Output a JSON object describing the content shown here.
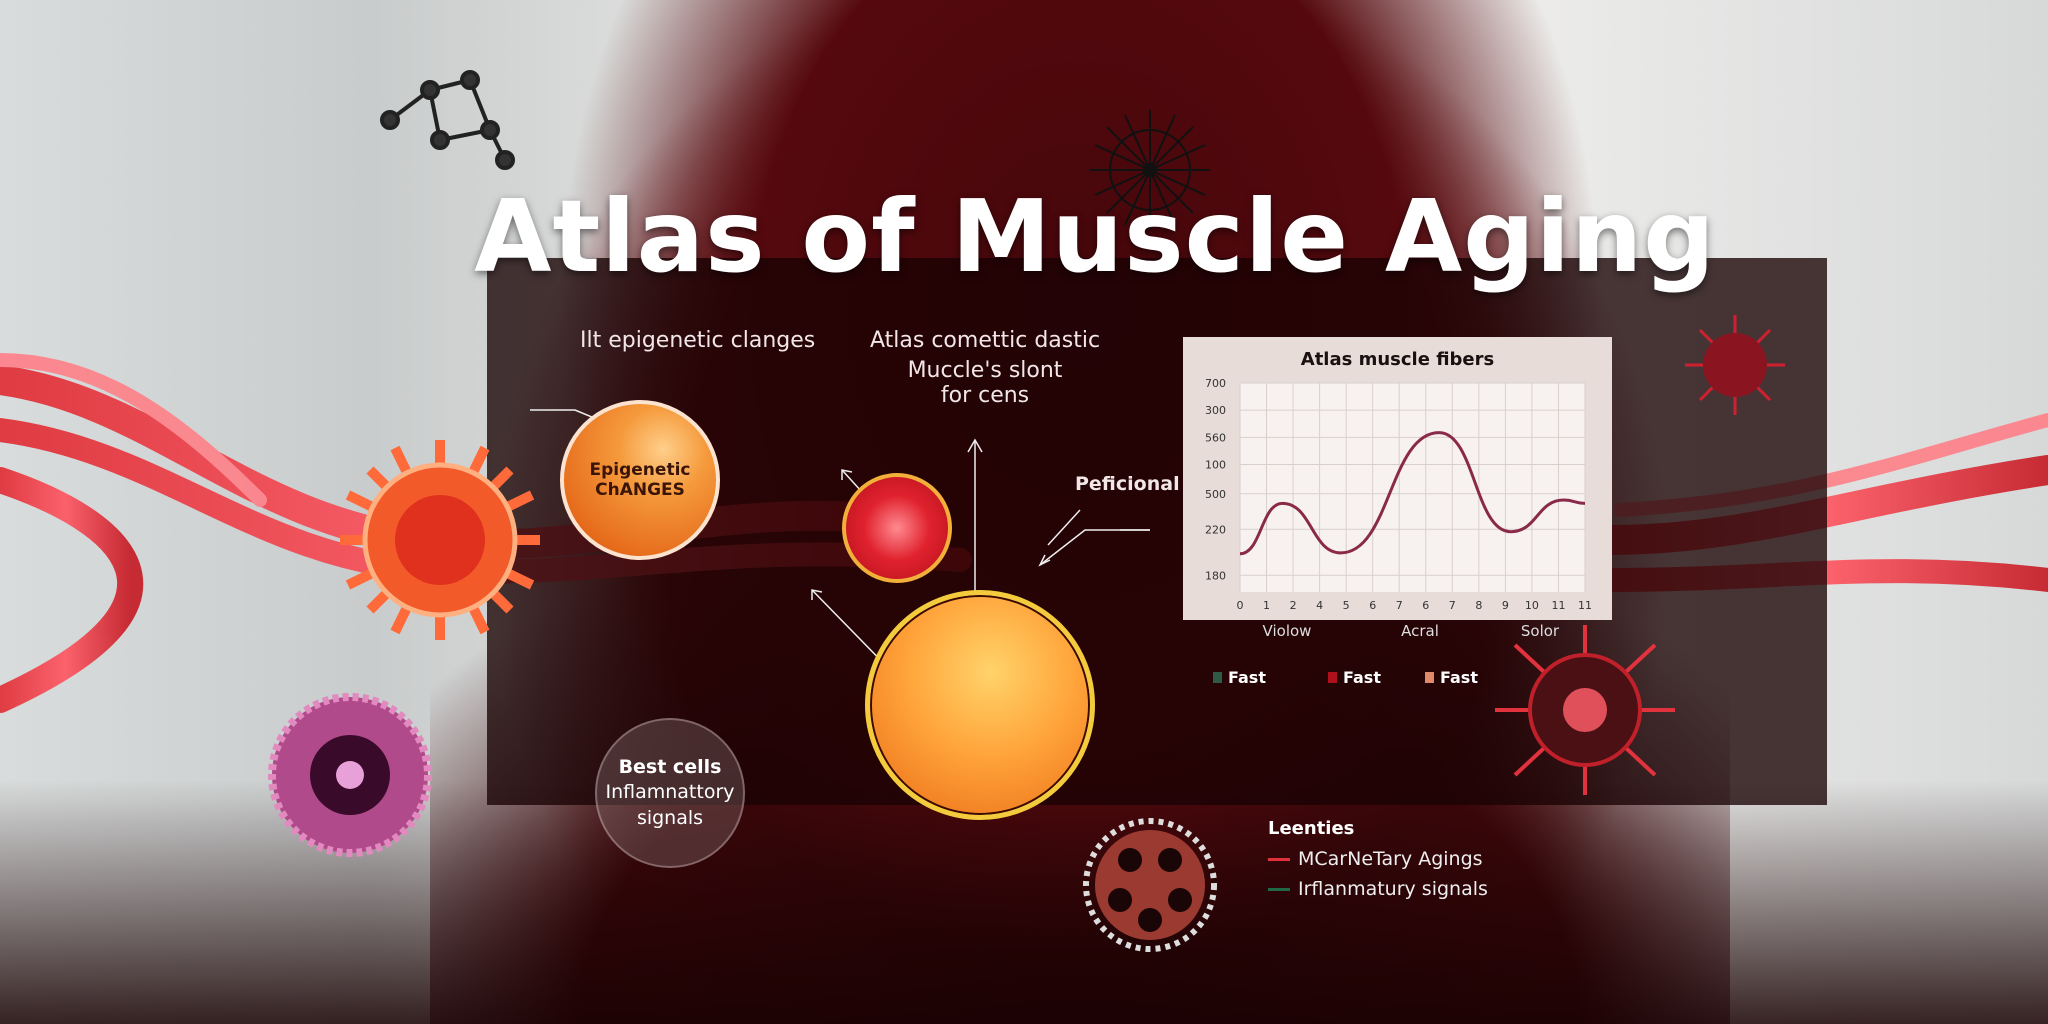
{
  "title": "Atlas of Muscle Aging",
  "labels": {
    "epigenetic_heading": "Ilt epigenetic clanges",
    "atlas_note_line1": "Atlas comettic dastic",
    "atlas_note_line2": "Muccle's slont",
    "atlas_note_line3": "for cens",
    "epigenetic_circle_line1": "Epigenetic",
    "epigenetic_circle_line2": "ChANGES",
    "peficional": "Peficional",
    "best_cells": "Best cells",
    "inflammatory_line1": "Inflamnattory",
    "inflammatory_line2": "signals"
  },
  "legend": {
    "title": "Leenties",
    "items": [
      {
        "label": "MCarNeTary Agings",
        "color": "#e0303a"
      },
      {
        "label": "Irflanmatury signals",
        "color": "#1f6a45"
      }
    ]
  },
  "chart_data": {
    "type": "line",
    "title": "Atlas muscle fibers",
    "x_tick_labels": [
      "0",
      "1",
      "2",
      "4",
      "5",
      "6",
      "7",
      "6",
      "7",
      "8",
      "9",
      "10",
      "11",
      "11"
    ],
    "y_tick_labels": [
      "700",
      "300",
      "560",
      "100",
      "500",
      "220",
      "180"
    ],
    "category_labels": [
      "Violow",
      "Acral",
      "Solor"
    ],
    "legend": [
      {
        "label": "Fast",
        "color": "#2f5a48"
      },
      {
        "label": "Fast",
        "color": "#b0101c"
      },
      {
        "label": "Fast",
        "color": "#e08a6a"
      }
    ],
    "series": [
      {
        "name": "fibers",
        "color": "#8a2a4a",
        "x": [
          0,
          1.6,
          3.8,
          7.5,
          10.2,
          12.2,
          13
        ],
        "values": [
          128,
          297,
          131,
          534,
          202,
          308,
          297
        ]
      }
    ],
    "ylim": [
      0,
      700
    ],
    "grid": true
  },
  "colors": {
    "panel": "#190204",
    "accent": "#e0222e",
    "orange": "#f59a3c"
  }
}
